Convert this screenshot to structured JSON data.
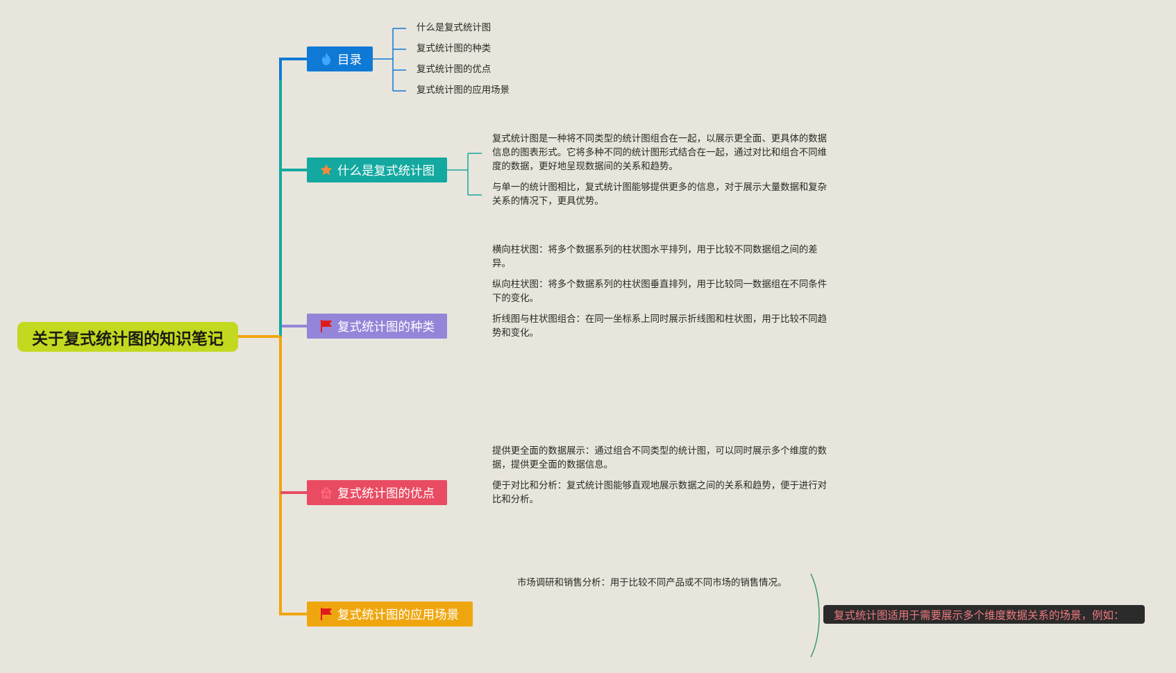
{
  "root": {
    "title": "关于复式统计图的知识笔记"
  },
  "colors": {
    "root": "#c2d920",
    "toc": "#0f7ad6",
    "what": "#13a9a0",
    "types": "#9585d8",
    "pros": "#e84b62",
    "apps": "#efa60e",
    "callout_bg": "#2b2b2b",
    "callout_text": "#f07a80"
  },
  "topics": {
    "toc": {
      "label": "目录",
      "icon": "flame-icon",
      "items": [
        "什么是复式统计图",
        "复式统计图的种类",
        "复式统计图的优点",
        "复式统计图的应用场景"
      ]
    },
    "what": {
      "label": "什么是复式统计图",
      "icon": "star-icon",
      "items": [
        "复式统计图是一种将不同类型的统计图组合在一起，以展示更全面、更具体的数据信息的图表形式。它将多种不同的统计图形式结合在一起，通过对比和组合不同维度的数据，更好地呈现数据间的关系和趋势。",
        "与单一的统计图相比，复式统计图能够提供更多的信息，对于展示大量数据和复杂关系的情况下，更具优势。"
      ]
    },
    "types": {
      "label": "复式统计图的种类",
      "icon": "flag-icon",
      "items": [
        "横向柱状图：将多个数据系列的柱状图水平排列，用于比较不同数据组之间的差异。",
        "纵向柱状图：将多个数据系列的柱状图垂直排列，用于比较同一数据组在不同条件下的变化。",
        "折线图与柱状图组合：在同一坐标系上同时展示折线图和柱状图，用于比较不同趋势和变化。"
      ]
    },
    "pros": {
      "label": "复式统计图的优点",
      "icon": "home-icon",
      "items": [
        "提供更全面的数据展示：通过组合不同类型的统计图，可以同时展示多个维度的数据，提供更全面的数据信息。",
        "便于对比和分析：复式统计图能够直观地展示数据之间的关系和趋势，便于进行对比和分析。"
      ]
    },
    "apps": {
      "label": "复式统计图的应用场景",
      "icon": "flag-icon",
      "items": [
        "市场调研和销售分析：用于比较不同产品或不同市场的销售情况。"
      ],
      "summary": "复式统计图适用于需要展示多个维度数据关系的场景，例如："
    }
  }
}
